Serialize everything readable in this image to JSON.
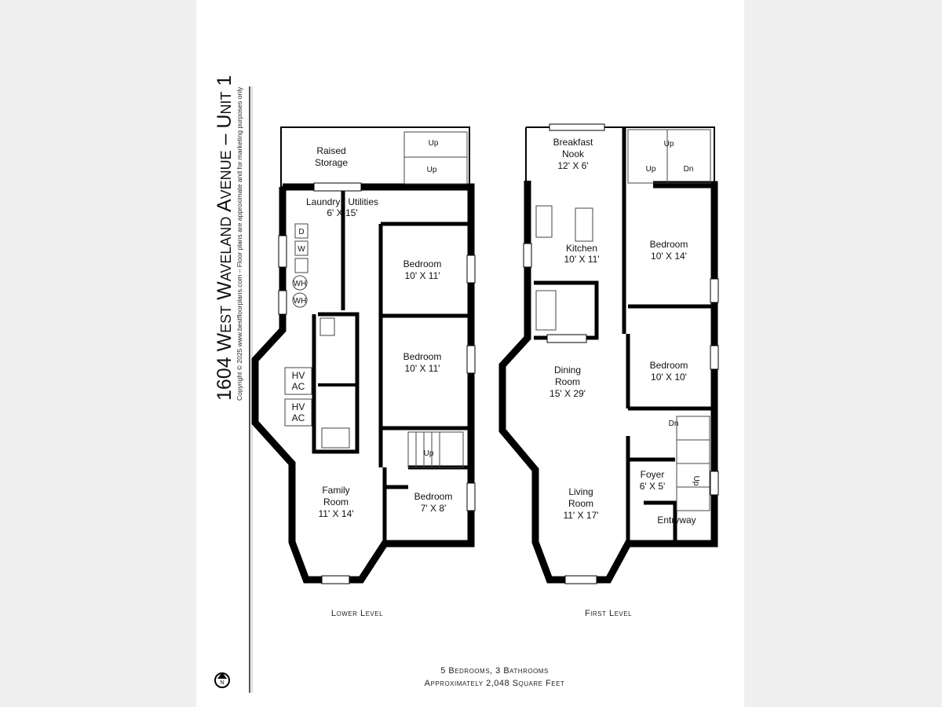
{
  "title": "1604 West Waveland Avenue – Unit 1",
  "copyright": "Copyright © 2025  www.bestfloorplans.com – Floor plans are approximate and for marketing purposes only",
  "compass": {
    "label": "N"
  },
  "lower_level": {
    "caption": "Lower Level",
    "rooms": {
      "raised_storage": [
        "Raised",
        "Storage"
      ],
      "laundry": [
        "Laundry / Utilities",
        "6' X 15'"
      ],
      "bedroom1": [
        "Bedroom",
        "10' X 11'"
      ],
      "bedroom2": [
        "Bedroom",
        "10' X 11'"
      ],
      "bedroom3": [
        "Bedroom",
        "7' X 8'"
      ],
      "family_room": [
        "Family",
        "Room",
        "11' X 14'"
      ],
      "hvac1": [
        "HV",
        "AC"
      ],
      "hvac2": [
        "HV",
        "AC"
      ]
    },
    "appliances": [
      "D",
      "W",
      "WH",
      "WH"
    ],
    "stairs": [
      "Up",
      "Up",
      "Up"
    ]
  },
  "first_level": {
    "caption": "First Level",
    "rooms": {
      "breakfast_nook": [
        "Breakfast",
        "Nook",
        "12' X 6'"
      ],
      "kitchen": [
        "Kitchen",
        "10' X 11'"
      ],
      "bedroom1": [
        "Bedroom",
        "10' X 14'"
      ],
      "bedroom2": [
        "Bedroom",
        "10' X 10'"
      ],
      "dining_room": [
        "Dining",
        "Room",
        "15' X 29'"
      ],
      "living_room": [
        "Living",
        "Room",
        "11' X 17'"
      ],
      "foyer": [
        "Foyer",
        "6' X 5'"
      ],
      "entryway": [
        "Entryway"
      ]
    },
    "stairs": [
      "Up",
      "Up",
      "Dn",
      "Dn",
      "Up"
    ]
  },
  "summary": {
    "line1": "5 Bedrooms, 3 Bathrooms",
    "line2": "Approximately 2,048 Square Feet"
  }
}
